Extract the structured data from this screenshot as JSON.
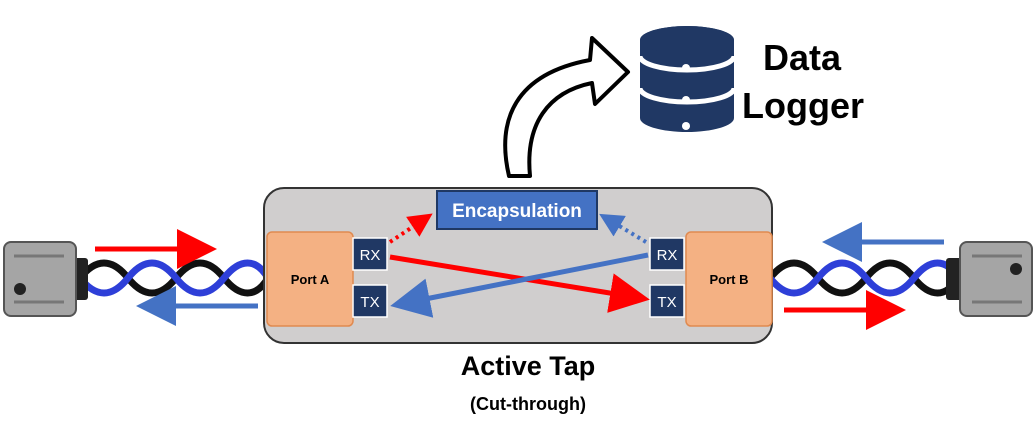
{
  "data_logger": {
    "line1": "Data",
    "line2": "Logger",
    "icon": "database-icon"
  },
  "encapsulation": {
    "label": "Encapsulation"
  },
  "port_a": {
    "label": "Port A",
    "rx": "RX",
    "tx": "TX"
  },
  "port_b": {
    "label": "Port B",
    "rx": "RX",
    "tx": "TX"
  },
  "tap": {
    "title": "Active Tap",
    "subtitle": "(Cut-through)"
  },
  "colors": {
    "red": "#ff0000",
    "blue": "#4472c4",
    "port_fill": "#f4b183",
    "rx_tx_fill": "#203864",
    "tap_fill": "#d0cece",
    "encap_fill": "#4472c4",
    "db": "#203864"
  }
}
